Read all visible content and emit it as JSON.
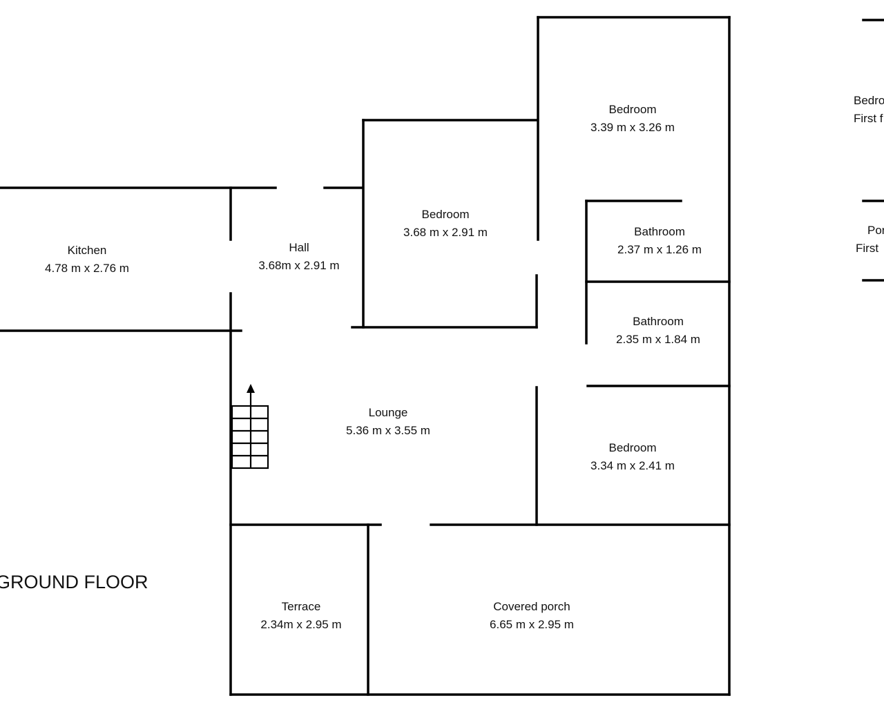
{
  "floor_label": "GROUND FLOOR",
  "rooms": [
    {
      "id": "kitchen",
      "name": "Kitchen",
      "size": "4.78 m x 2.76 m"
    },
    {
      "id": "hall",
      "name": "Hall",
      "size": "3.68m x 2.91 m"
    },
    {
      "id": "bedroom-1",
      "name": "Bedroom",
      "size": "3.68 m x 2.91 m"
    },
    {
      "id": "bedroom-2",
      "name": "Bedroom",
      "size": "3.39 m x 3.26 m"
    },
    {
      "id": "bathroom-1",
      "name": "Bathroom",
      "size": "2.37 m x 1.26 m"
    },
    {
      "id": "bathroom-2",
      "name": "Bathroom",
      "size": "2.35 m x 1.84 m"
    },
    {
      "id": "lounge",
      "name": "Lounge",
      "size": "5.36 m x 3.55 m"
    },
    {
      "id": "bedroom-3",
      "name": "Bedroom",
      "size": "3.34 m x 2.41 m"
    },
    {
      "id": "terrace",
      "name": "Terrace",
      "size": "2.34m x 2.95 m"
    },
    {
      "id": "covered-porch",
      "name": "Covered porch",
      "size": "6.65 m x 2.95 m"
    }
  ],
  "first_floor": [
    {
      "id": "ff-bedroom",
      "name": "Bedro",
      "level": "First f"
    },
    {
      "id": "ff-porch",
      "name": "Por",
      "level": "First"
    }
  ]
}
